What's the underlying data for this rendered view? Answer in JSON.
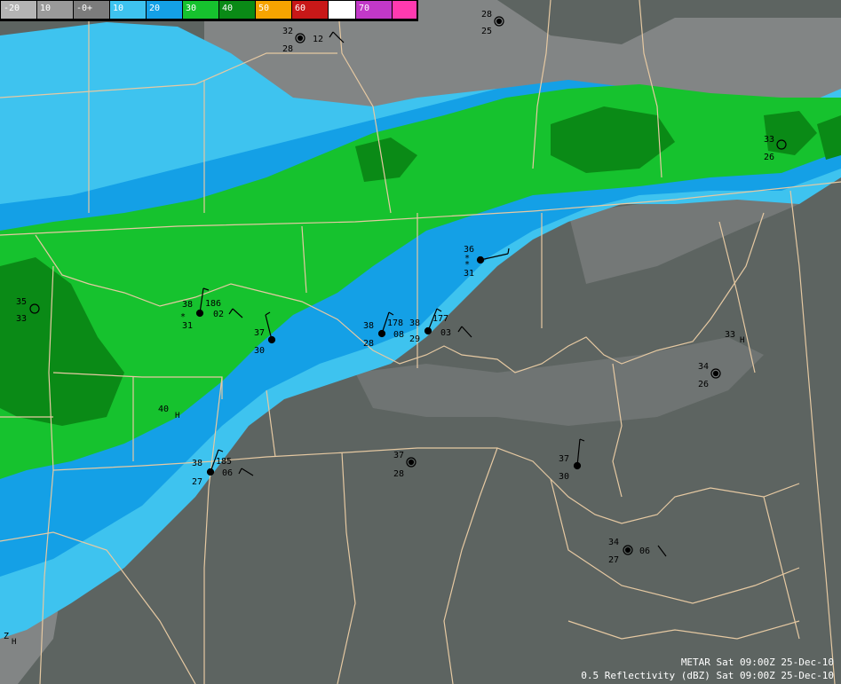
{
  "colorbar": {
    "segments": [
      {
        "label": "-20",
        "color": "#b4b4b4"
      },
      {
        "label": "10",
        "color": "#9a9a9a"
      },
      {
        "label": "-0+",
        "color": "#7c7c7c"
      },
      {
        "label": "10",
        "color": "#3ec3ef"
      },
      {
        "label": "20",
        "color": "#14a0e6"
      },
      {
        "label": "30",
        "color": "#16c22e"
      },
      {
        "label": "40",
        "color": "#0a8a16"
      },
      {
        "label": "50",
        "color": "#f6a400"
      },
      {
        "label": "60",
        "color": "#c81818"
      },
      {
        "label": "",
        "color": "#ffffff"
      },
      {
        "label": "70",
        "color": "#c238c8"
      },
      {
        "label": "",
        "color": "#ff3ab0"
      }
    ]
  },
  "stations": [
    {
      "temp": "32",
      "dew": "28",
      "extra": "12",
      "code": ""
    },
    {
      "temp": "28",
      "dew": "25",
      "extra": "",
      "code": ""
    },
    {
      "temp": "33",
      "dew": "26",
      "extra": "",
      "code": ""
    },
    {
      "temp": "35",
      "dew": "33",
      "extra": "",
      "code": ""
    },
    {
      "temp": "38",
      "dew": "31",
      "extra": "02",
      "code": "186"
    },
    {
      "temp": "37",
      "dew": "30",
      "extra": "",
      "code": ""
    },
    {
      "temp": "36",
      "dew": "31",
      "extra": "",
      "code": ""
    },
    {
      "temp": "38",
      "dew": "28",
      "extra": "08",
      "code": "178"
    },
    {
      "temp": "38",
      "dew": "29",
      "extra": "03",
      "code": "177"
    },
    {
      "temp": "33",
      "dew": "",
      "extra": "",
      "code": ""
    },
    {
      "temp": "34",
      "dew": "26",
      "extra": "",
      "code": ""
    },
    {
      "temp": "40",
      "dew": "",
      "extra": "",
      "code": ""
    },
    {
      "temp": "38",
      "dew": "27",
      "extra": "06",
      "code": "185"
    },
    {
      "temp": "37",
      "dew": "28",
      "extra": "",
      "code": ""
    },
    {
      "temp": "37",
      "dew": "30",
      "extra": "",
      "code": ""
    },
    {
      "temp": "34",
      "dew": "27",
      "extra": "06",
      "code": ""
    },
    {
      "temp": "Z",
      "dew": "",
      "extra": "",
      "code": ""
    }
  ],
  "captions": {
    "metar": "METAR Sat 09:00Z 25-Dec-10",
    "radar": "0.5 Reflectivity (dBZ) Sat 09:00Z 25-Dec-10"
  },
  "colors": {
    "background": "#5d6461",
    "boundary": "#e6c9a2",
    "cloud_gray": "#8a8c8c",
    "light_blue": "#3ec3ef",
    "mid_blue": "#14a0e6",
    "green": "#16c22e",
    "dark_green": "#0a8a16"
  }
}
